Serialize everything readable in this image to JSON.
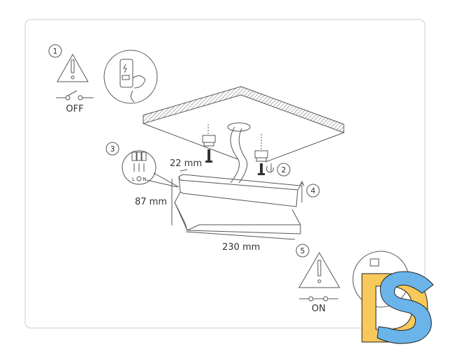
{
  "steps": {
    "step1": {
      "number": "1",
      "label": "OFF"
    },
    "step2": {
      "number": "2"
    },
    "step3": {
      "number": "3",
      "terminal_left": "L",
      "terminal_right": "N"
    },
    "step4": {
      "number": "4"
    },
    "step5": {
      "number": "5",
      "label": "ON"
    }
  },
  "dimensions": {
    "depth": "22 mm",
    "height": "87 mm",
    "length": "230 mm"
  },
  "logo": {
    "text": "DS",
    "colors": {
      "d": "#F6C95A",
      "s": "#6AB4EA"
    }
  }
}
